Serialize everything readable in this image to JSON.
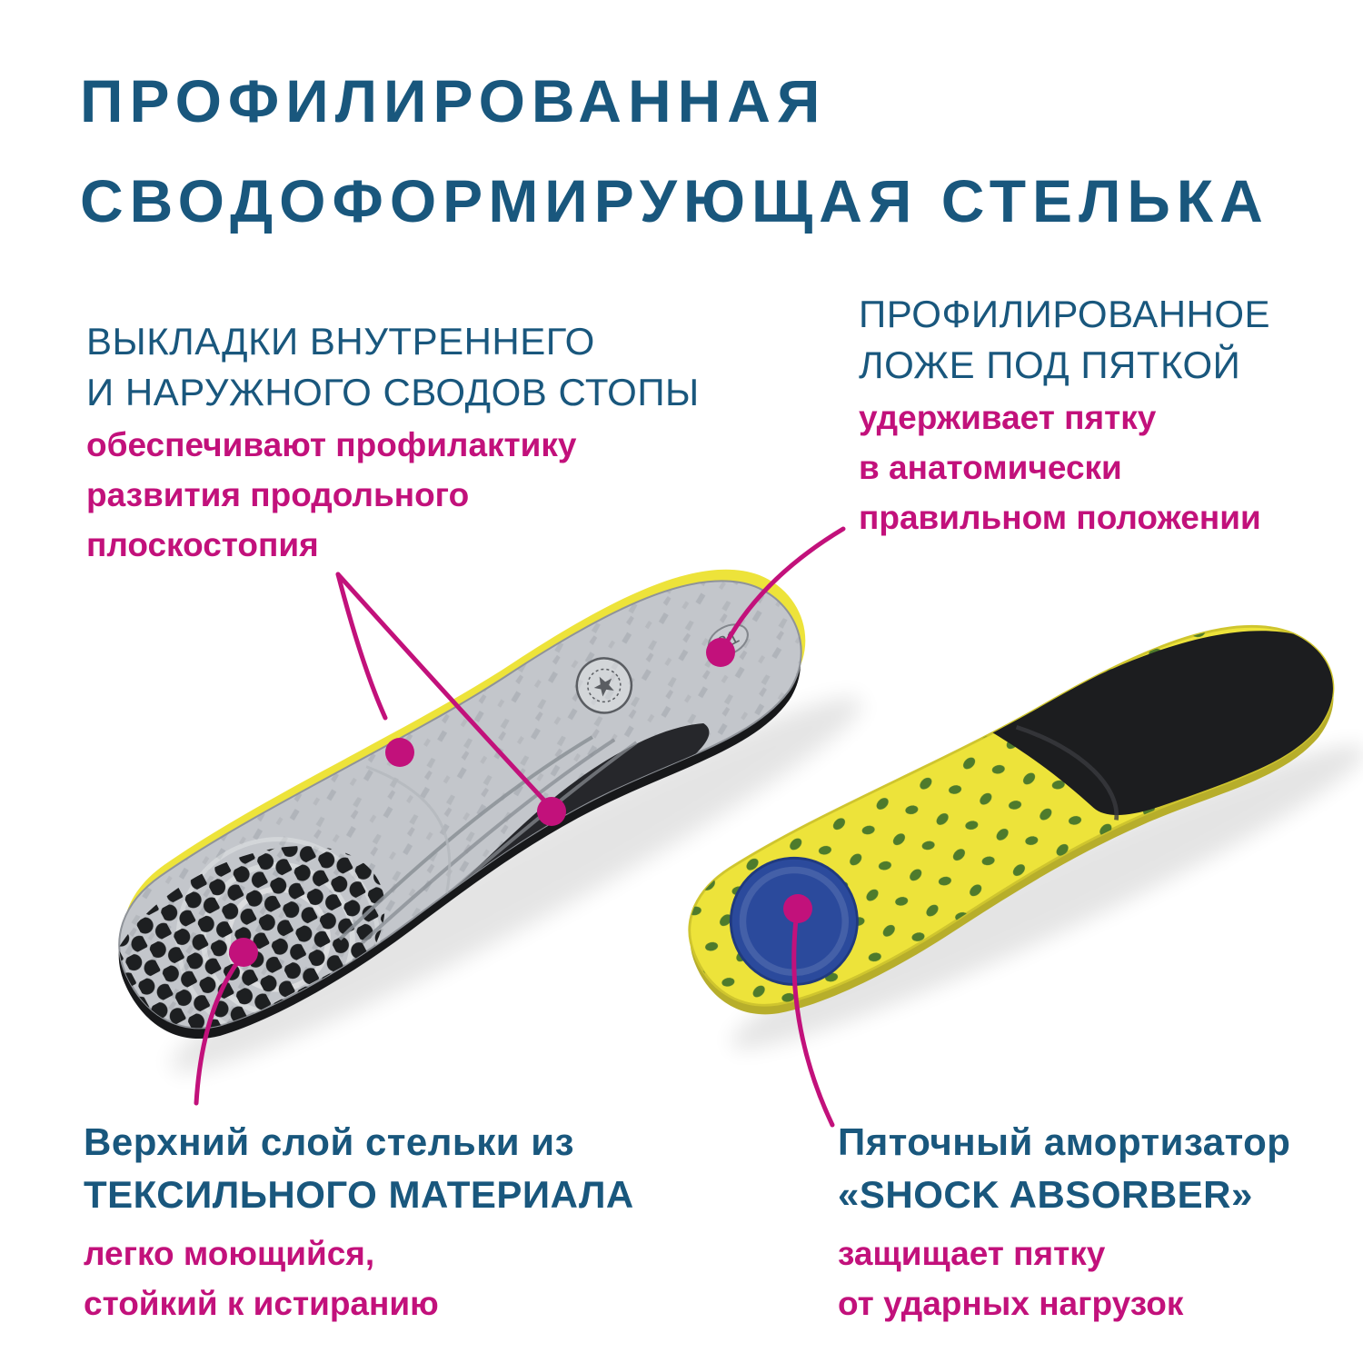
{
  "title": "ПРОФИЛИРОВАННАЯ\nСВОДОФОРМИРУЮЩАЯ СТЕЛЬКА",
  "callouts": {
    "arch_pads": {
      "heading": "ВЫКЛАДКИ ВНУТРЕННЕГО\nИ НАРУЖНОГО СВОДОВ СТОПЫ",
      "description": "обеспечивают профилактику\nразвития продольного\nплоскостопия"
    },
    "heel_bed": {
      "heading": "ПРОФИЛИРОВАННОЕ\nЛОЖЕ ПОД ПЯТКОЙ",
      "description": "удерживает пятку\nв анатомически\nправильном положении"
    },
    "textile_layer": {
      "heading": "Верхний слой стельки из\nТЕКСИЛЬНОГО МАТЕРИАЛА",
      "description": "легко моющийся,\nстойкий к истиранию"
    },
    "shock_absorber": {
      "heading": "Пяточный амортизатор\n«SHOCK ABSORBER»",
      "description": "защищает пятку\nот ударных нагрузок"
    }
  },
  "product": {
    "size_label": "31"
  },
  "colors": {
    "heading_blue": "#19577D",
    "accent_magenta": "#C2117B",
    "insole_yellow": "#EDE33A",
    "dot_green": "#4E7B2C",
    "pad_blue": "#2B4A9C",
    "textile_gray": "#C3C6CB",
    "shell_black": "#1C1D1F"
  }
}
